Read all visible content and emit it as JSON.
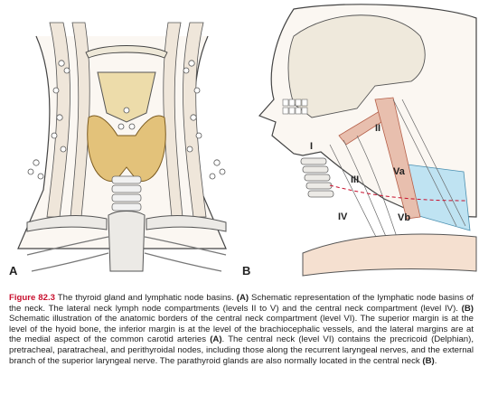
{
  "panels": {
    "a": {
      "letter": "A"
    },
    "b": {
      "letter": "B"
    }
  },
  "levels": {
    "I": "I",
    "II": "II",
    "III": "III",
    "IV": "IV",
    "Va": "Va",
    "Vb": "Vb"
  },
  "caption": {
    "figure_label": "Figure 82.3",
    "s1": " The thyroid gland and lymphatic node basins. ",
    "b1": "(A)",
    "s2": " Schematic representation of the lymphatic node basins of the neck. The lateral neck lymph node compartments (levels II to V) and the central neck compartment (level IV). ",
    "b2": "(B)",
    "s3": " Schematic illustration of the anatomic borders of the central neck compartment (level VI). The superior margin is at the level of the hyoid bone, the inferior margin is at the level of the brachiocephalic vessels, and the lateral margins are at the medial aspect of the common carotid arteries ",
    "b3": "(A)",
    "s4": ". The central neck (level VI) contains the precricoid (Delphian), pretracheal, paratracheal, and perithyroidal nodes, including those along the recurrent laryngeal nerves, and the external branch of the superior laryngeal nerve. The parathyroid glands are also normally located in the central neck ",
    "b4": "(B)",
    "s5": "."
  },
  "colors": {
    "accent_red": "#c8102e",
    "thyroid": "#e3c27a",
    "muscle": "#e8bfae",
    "level_v_blue": "#bfe3f2",
    "skin": "#f5e0d0",
    "line": "#444444"
  }
}
